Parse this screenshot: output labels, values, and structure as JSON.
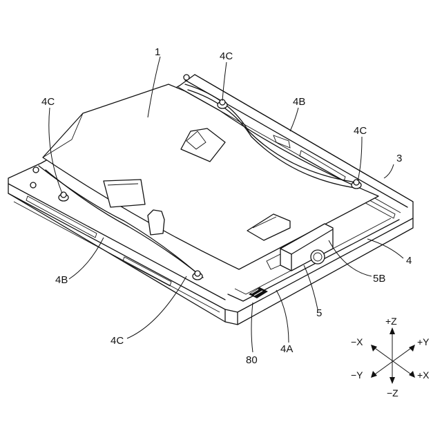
{
  "labels": {
    "l1": "1",
    "l4c_top": "4C",
    "l4c_left": "4C",
    "l4b_top": "4B",
    "l4c_right": "4C",
    "l3": "3",
    "l4": "4",
    "l4b_left": "4B",
    "l5b": "5B",
    "l5": "5",
    "l4c_bottom": "4C",
    "l4a": "4A",
    "l80": "80"
  },
  "axes": {
    "pz": "+Z",
    "nz": "−Z",
    "nx": "−X",
    "px": "+X",
    "py": "+Y",
    "ny": "−Y"
  }
}
